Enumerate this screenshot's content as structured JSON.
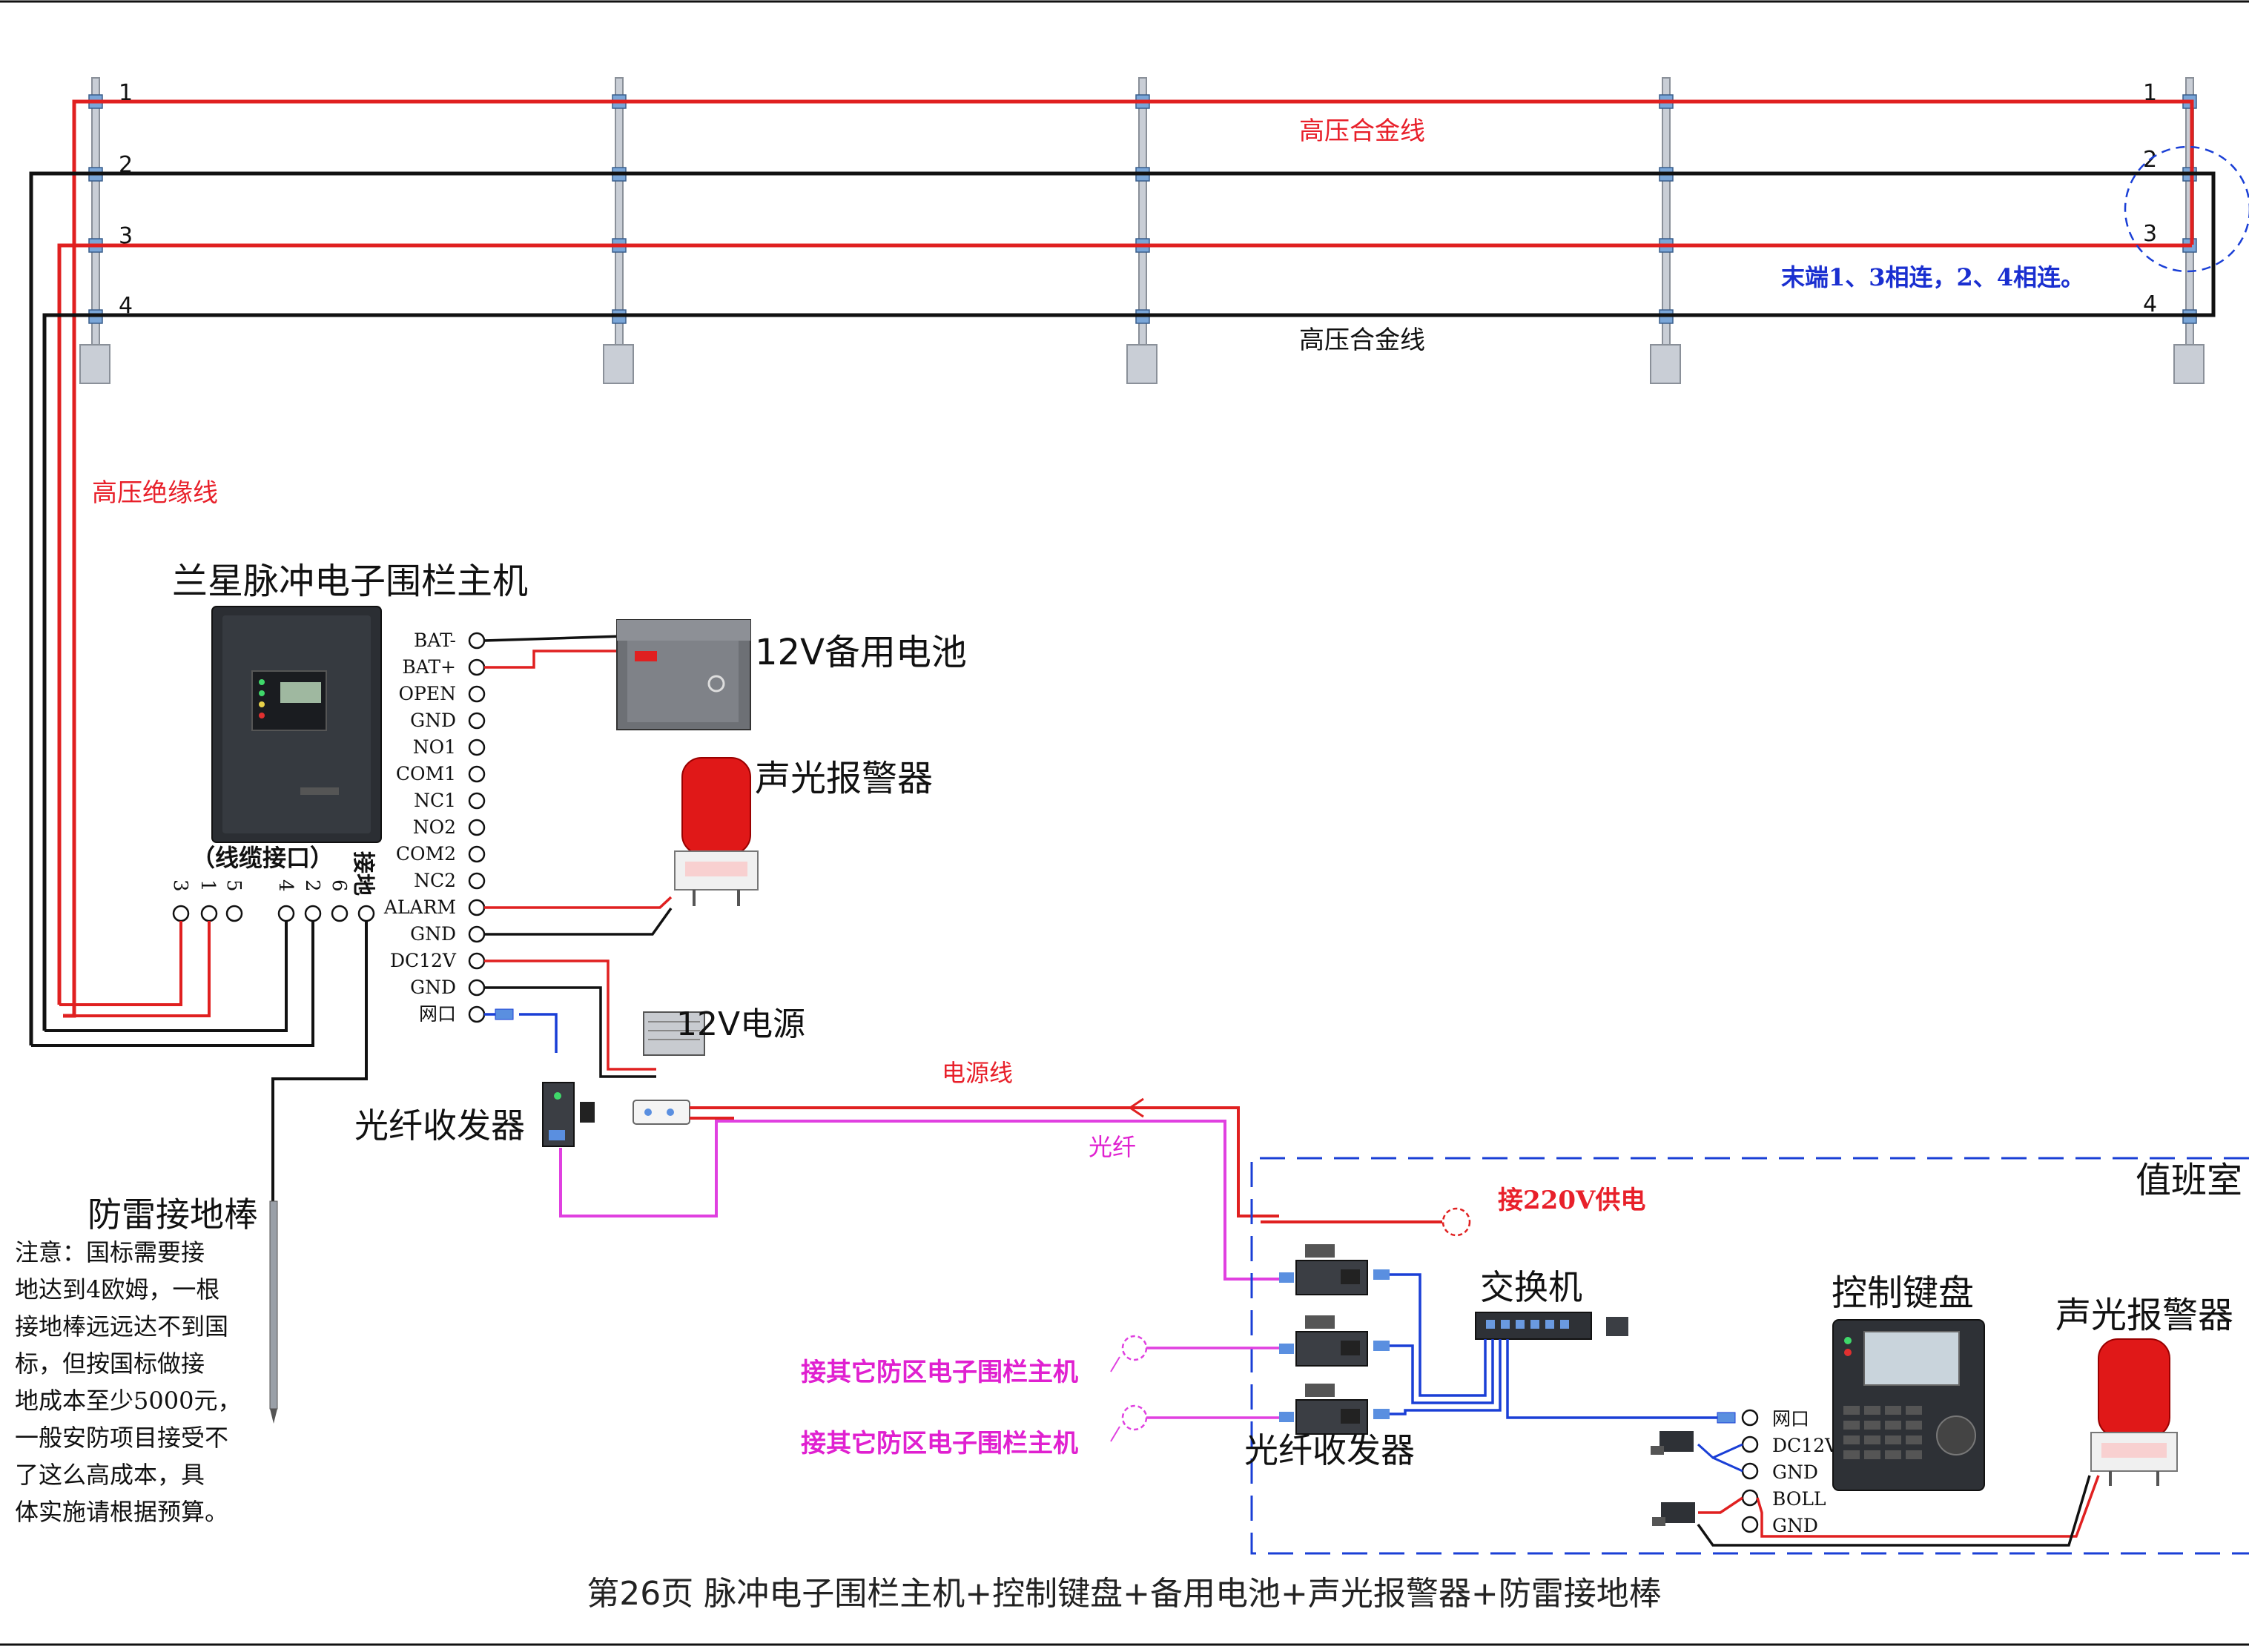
{
  "fence": {
    "wire_numbers": [
      "1",
      "2",
      "3",
      "4"
    ],
    "hv_alloy_label_top": "高压合金线",
    "hv_alloy_label_bottom": "高压合金线",
    "end_note": "末端1、3相连，2、4相连。",
    "hv_insulated_label": "高压绝缘线"
  },
  "host": {
    "title": "兰星脉冲电子围栏主机",
    "cable_port_label": "（线缆接口）",
    "port_numbers": [
      "3",
      "1",
      "5",
      "4",
      "2",
      "6"
    ],
    "ground_label": "接地",
    "terminals": [
      "BAT-",
      "BAT+",
      "OPEN",
      "GND",
      "NO1",
      "COM1",
      "NC1",
      "NO2",
      "COM2",
      "NC2",
      "ALARM",
      "GND",
      "DC12V",
      "GND",
      "网口"
    ]
  },
  "devices": {
    "battery": "12V备用电池",
    "alarm_left": "声光报警器",
    "psu": "12V电源",
    "fiber_transceiver_left": "光纤收发器",
    "power_line": "电源线",
    "fiber": "光纤",
    "lightning_rod": "防雷接地棒",
    "duty_room": "值班室",
    "ac_supply": "接220V供电",
    "switch": "交换机",
    "other_zone_1": "接其它防区电子围栏主机",
    "other_zone_2": "接其它防区电子围栏主机",
    "fiber_transceiver_right": "光纤收发器",
    "keyboard": "控制键盘",
    "keyboard_terminals": [
      "网口",
      "DC12V",
      "GND",
      "BOLL",
      "GND"
    ],
    "alarm_right": "声光报警器"
  },
  "note": {
    "lines": [
      "注意：国标需要接",
      "地达到4欧姆，一根",
      "接地棒远远达不到国",
      "标，但按国标做接",
      "地成本至少5000元，",
      "一般安防项目接受不",
      "了这么高成本，具",
      "体实施请根据预算。"
    ]
  },
  "footer": "第26页  脉冲电子围栏主机+控制键盘+备用电池+声光报警器+防雷接地棒",
  "colors": {
    "red_wire": "#e02020",
    "black_wire": "#111111",
    "blue_cable": "#1a3fd6",
    "magenta_fiber": "#e040e0",
    "label_red": "#e8202a",
    "note_blue": "#1a2fd0",
    "zone_magenta": "#e020d0"
  }
}
